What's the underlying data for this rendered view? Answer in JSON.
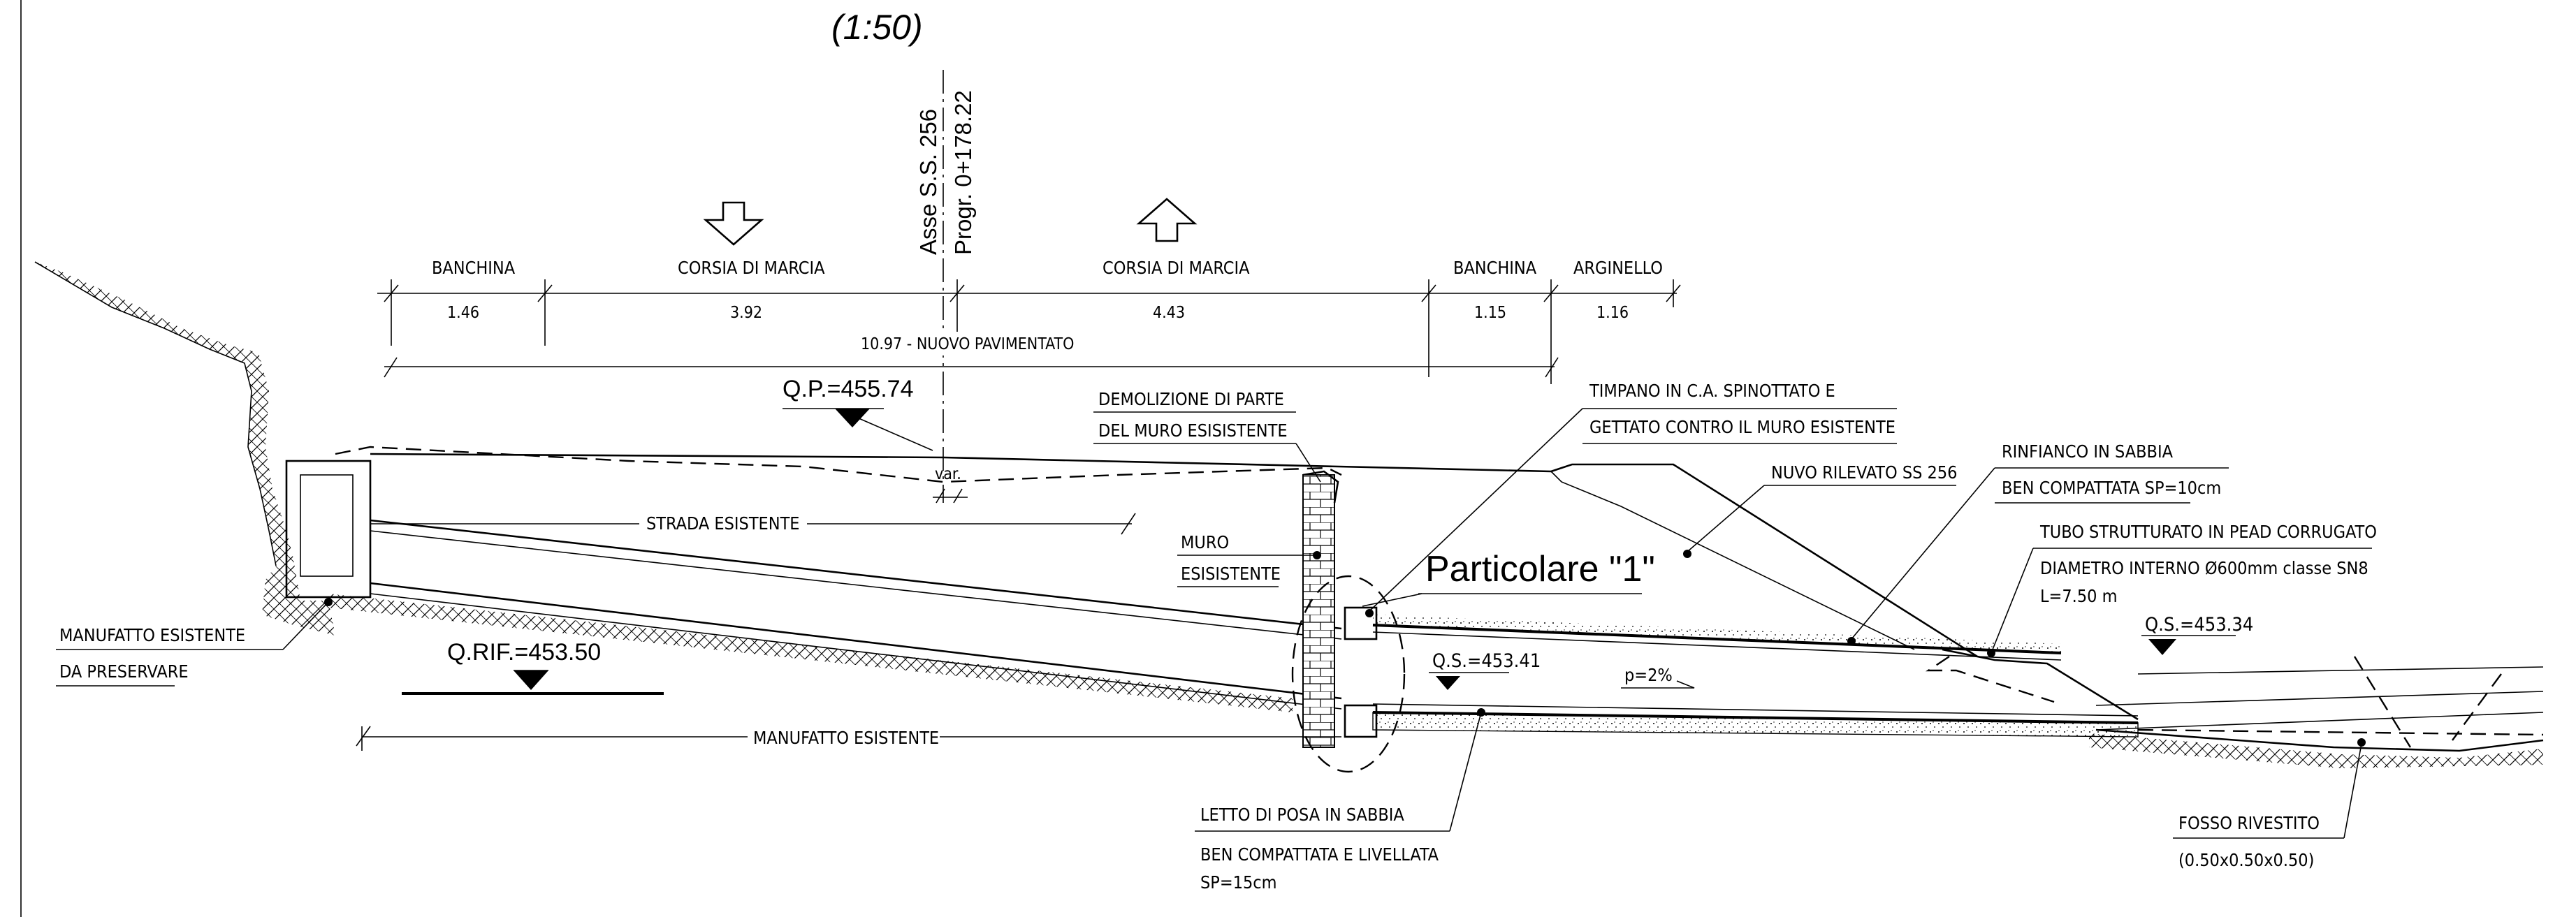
{
  "title": {
    "scale": "(1:50)"
  },
  "axis": {
    "name": "Asse S.S. 256",
    "progressive": "Progr. 0+178.22"
  },
  "sections": [
    {
      "label": "BANCHINA",
      "width": "1.46"
    },
    {
      "label": "CORSIA DI MARCIA",
      "width": "3.92"
    },
    {
      "label": "CORSIA DI MARCIA",
      "width": "4.43"
    },
    {
      "label": "BANCHINA",
      "width": "1.15"
    },
    {
      "label": "ARGINELLO",
      "width": "1.16"
    }
  ],
  "pavement_total": "10.97 - NUOVO PAVIMENTATO",
  "elevations": {
    "qp": "Q.P.=455.74",
    "qrif": "Q.RIF.=453.50",
    "qs_inlet": "Q.S.=453.41",
    "qs_outlet": "Q.S.=453.34"
  },
  "slope": "p=2%",
  "var_label": "var.",
  "existing_road": "STRADA ESISTENTE",
  "existing_culvert": "MANUFATTO ESISTENTE",
  "detail_label": "Particolare \"1\"",
  "notes": {
    "demolition": [
      "DEMOLIZIONE DI PARTE",
      "DEL MURO ESISISTENTE"
    ],
    "tympanum": [
      "TIMPANO IN C.A. SPINOTTATO E",
      "GETTATO CONTRO IL MURO ESISTENTE"
    ],
    "backfill": [
      "RINFIANCO IN SABBIA",
      "BEN COMPATTATA SP=10cm"
    ],
    "embankment": "NUVO RILEVATO SS 256",
    "pipe": [
      "TUBO STRUTTURATO IN PEAD CORRUGATO",
      "DIAMETRO INTERNO Ø600mm classe SN8",
      "L=7.50 m"
    ],
    "wall": [
      "MURO",
      "ESISISTENTE"
    ],
    "preserve": [
      "MANUFATTO ESISTENTE",
      "DA PRESERVARE"
    ],
    "bedding": [
      "LETTO DI POSA IN SABBIA",
      "BEN COMPATTATA E LIVELLATA",
      "SP=15cm"
    ],
    "ditch": [
      "FOSSO RIVESTITO",
      "(0.50x0.50x0.50)"
    ]
  }
}
